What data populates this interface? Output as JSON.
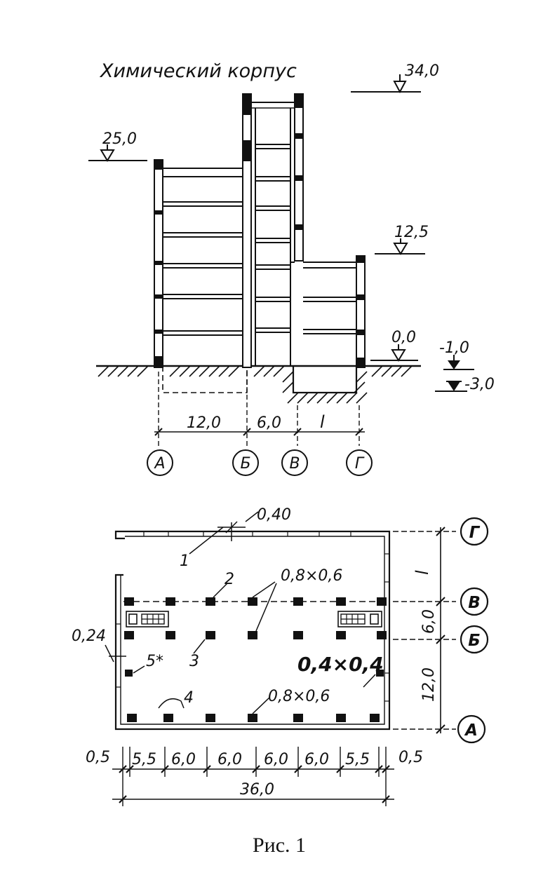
{
  "title": "Химический корпус",
  "caption": "Рис. 1",
  "section": {
    "levels": {
      "top": "34,0",
      "high": "25,0",
      "mid": "12,5",
      "ground": "0,0",
      "minus1": "-1,0",
      "minus3": "-3,0"
    },
    "dims": {
      "ab": "12,0",
      "bv": "6,0",
      "vg": "l"
    },
    "axes": {
      "a": "А",
      "b": "Б",
      "v": "В",
      "g": "Г"
    }
  },
  "plan": {
    "wall_thickness": "0,40",
    "inner_wall": "0,24",
    "col_big_top": "0,8×0,6",
    "col_small": "0,4×0,4",
    "col_big_bottom": "0,8×0,6",
    "callouts": {
      "c1": "1",
      "c2": "2",
      "c3": "3",
      "c4": "4",
      "c5": "5*"
    },
    "bottom_dims": [
      "0,5",
      "5,5",
      "6,0",
      "6,0",
      "6,0",
      "6,0",
      "5,5",
      "0,5"
    ],
    "total_width": "36,0",
    "side_dims": {
      "vg": "l",
      "bv": "6,0",
      "ab": "12,0"
    },
    "axes": {
      "g": "Г",
      "v": "В",
      "b": "Б",
      "a": "А"
    }
  }
}
